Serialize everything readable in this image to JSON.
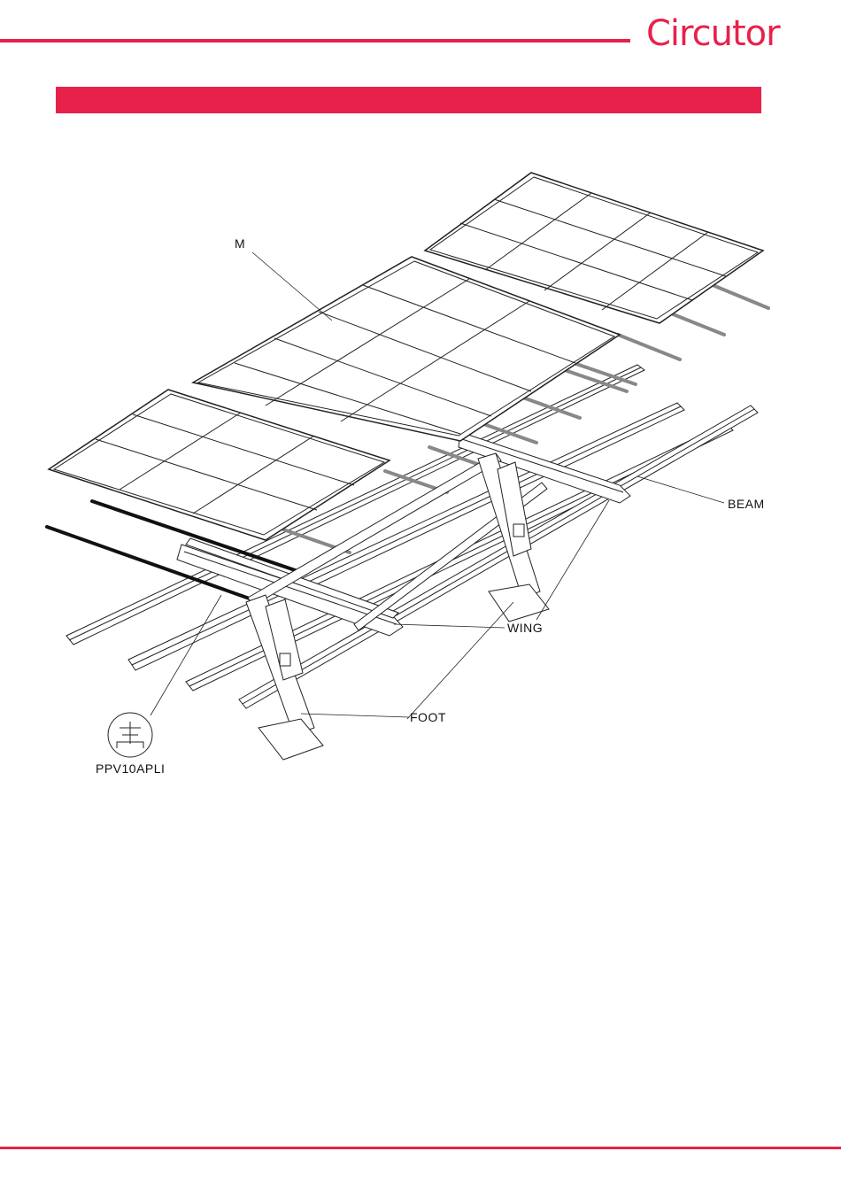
{
  "header": {
    "brand": "Circutor",
    "accent_color": "#e8214b"
  },
  "diagram": {
    "labels": {
      "panel_module": "M",
      "beam": "BEAM",
      "wing": "WING",
      "foot": "FOOT",
      "kit_code": "PPV10APLI"
    },
    "icons": [
      "kit-symbol-icon"
    ]
  }
}
